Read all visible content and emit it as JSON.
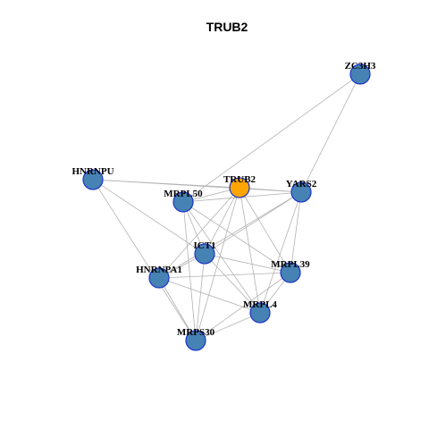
{
  "title": "TRUB2",
  "colors": {
    "node_default": "#4682b4",
    "node_focus": "#ffa500",
    "node_border": "#1c35c8",
    "edge": "#b3b3b3"
  },
  "nodes": [
    {
      "id": "ZC3H3",
      "label": "ZC3H3",
      "focus": false
    },
    {
      "id": "HNRNPU",
      "label": "HNRNPU",
      "focus": false
    },
    {
      "id": "TRUB2",
      "label": "TRUB2",
      "focus": true
    },
    {
      "id": "YARS2",
      "label": "YARS2",
      "focus": false
    },
    {
      "id": "MRPL50",
      "label": "MRPL50",
      "focus": false
    },
    {
      "id": "ICT1",
      "label": "ICT1",
      "focus": false
    },
    {
      "id": "MRPL39",
      "label": "MRPL39",
      "focus": false
    },
    {
      "id": "HNRNPA1",
      "label": "HNRNPA1",
      "focus": false
    },
    {
      "id": "MRPL4",
      "label": "MRPL4",
      "focus": false
    },
    {
      "id": "MRPS30",
      "label": "MRPS30",
      "focus": false
    }
  ],
  "edges": [
    [
      "ZC3H3",
      "YARS2"
    ],
    [
      "ZC3H3",
      "MRPL50"
    ],
    [
      "HNRNPU",
      "TRUB2"
    ],
    [
      "HNRNPU",
      "YARS2"
    ],
    [
      "HNRNPU",
      "ICT1"
    ],
    [
      "HNRNPU",
      "MRPS30"
    ],
    [
      "TRUB2",
      "YARS2"
    ],
    [
      "TRUB2",
      "MRPL50"
    ],
    [
      "TRUB2",
      "ICT1"
    ],
    [
      "TRUB2",
      "MRPL39"
    ],
    [
      "TRUB2",
      "HNRNPA1"
    ],
    [
      "TRUB2",
      "MRPL4"
    ],
    [
      "TRUB2",
      "MRPS30"
    ],
    [
      "YARS2",
      "MRPL50"
    ],
    [
      "YARS2",
      "ICT1"
    ],
    [
      "YARS2",
      "MRPL39"
    ],
    [
      "YARS2",
      "HNRNPA1"
    ],
    [
      "YARS2",
      "MRPL4"
    ],
    [
      "MRPL50",
      "ICT1"
    ],
    [
      "MRPL50",
      "MRPL39"
    ],
    [
      "MRPL50",
      "MRPL4"
    ],
    [
      "MRPL50",
      "MRPS30"
    ],
    [
      "ICT1",
      "MRPL39"
    ],
    [
      "ICT1",
      "HNRNPA1"
    ],
    [
      "ICT1",
      "MRPL4"
    ],
    [
      "ICT1",
      "MRPS30"
    ],
    [
      "MRPL39",
      "HNRNPA1"
    ],
    [
      "MRPL39",
      "MRPL4"
    ],
    [
      "MRPL39",
      "MRPS30"
    ],
    [
      "HNRNPA1",
      "MRPL4"
    ],
    [
      "HNRNPA1",
      "MRPS30"
    ],
    [
      "MRPL4",
      "MRPS30"
    ]
  ]
}
